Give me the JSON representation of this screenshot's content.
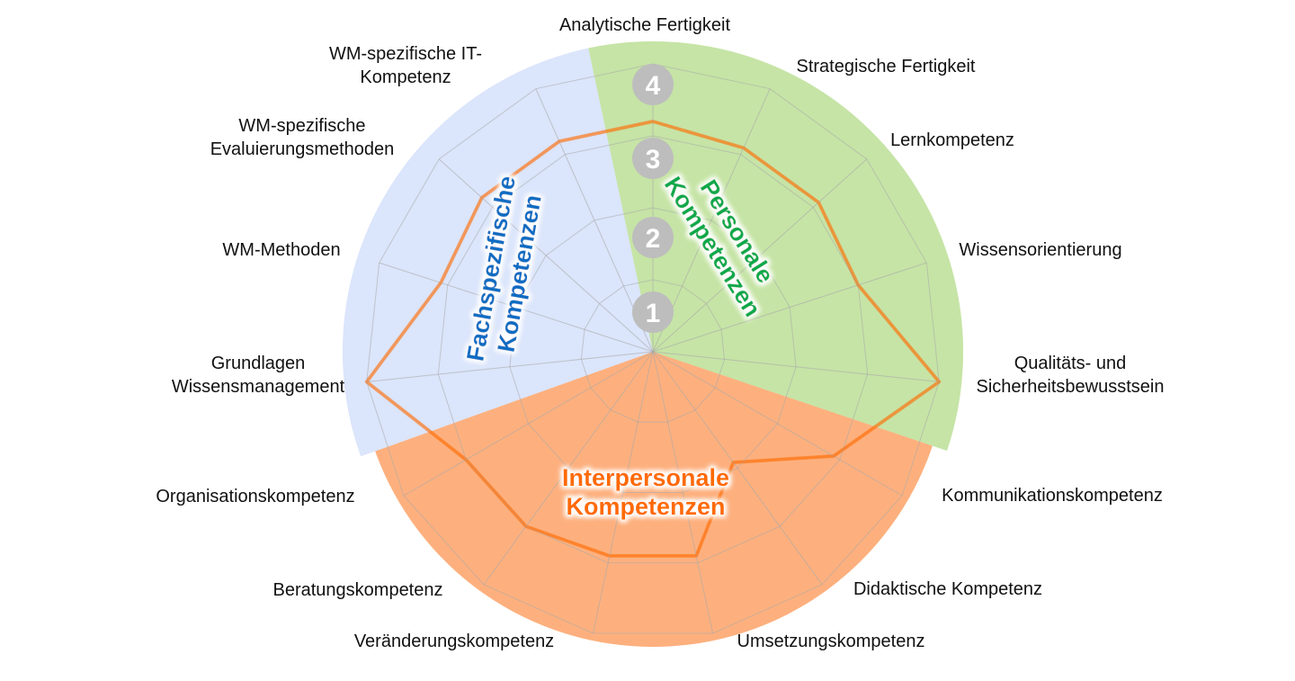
{
  "chart_data": {
    "type": "radar",
    "title": "",
    "scale": {
      "min": 0,
      "max": 4,
      "ticks": [
        1,
        2,
        3,
        4
      ]
    },
    "axes": [
      {
        "label": [
          "Analytische Fertigkeit"
        ],
        "value": 3.2,
        "group": "personal"
      },
      {
        "label": [
          "Strategische Fertigkeit"
        ],
        "value": 3.1,
        "group": "personal"
      },
      {
        "label": [
          "Lernkompetenz"
        ],
        "value": 3.1,
        "group": "personal"
      },
      {
        "label": [
          "Wissensorientierung"
        ],
        "value": 3.0,
        "group": "personal"
      },
      {
        "label": [
          "Qualitäts- und",
          "Sicherheitsbewusstsein"
        ],
        "value": 4.0,
        "group": "personal"
      },
      {
        "label": [
          "Kommunikationskompetenz"
        ],
        "value": 2.9,
        "group": "interpersonal"
      },
      {
        "label": [
          "Didaktische Kompetenz"
        ],
        "value": 1.9,
        "group": "interpersonal"
      },
      {
        "label": [
          "Umsetzungskompetenz"
        ],
        "value": 2.9,
        "group": "interpersonal"
      },
      {
        "label": [
          "Veränderungskompetenz"
        ],
        "value": 2.9,
        "group": "interpersonal"
      },
      {
        "label": [
          "Beratungskompetenz"
        ],
        "value": 3.0,
        "group": "interpersonal"
      },
      {
        "label": [
          "Organisationskompetenz"
        ],
        "value": 3.0,
        "group": "interpersonal"
      },
      {
        "label": [
          "Grundlagen",
          "Wissensmanagement"
        ],
        "value": 4.0,
        "group": "fachspezifisch"
      },
      {
        "label": [
          "WM-Methoden"
        ],
        "value": 3.1,
        "group": "fachspezifisch"
      },
      {
        "label": [
          "WM-spezifische",
          "Evaluierungsmethoden"
        ],
        "value": 3.2,
        "group": "fachspezifisch"
      },
      {
        "label": [
          "WM-spezifische IT-",
          "Kompetenz"
        ],
        "value": 3.2,
        "group": "fachspezifisch"
      }
    ],
    "groups": {
      "personal": {
        "label": [
          "Personale",
          "Kompetenzen"
        ],
        "fill": "#c6e4a6",
        "text_color": "#0fa84a"
      },
      "interpersonal": {
        "label": [
          "Interpersonale",
          "Kompetenzen"
        ],
        "fill": "#fdb07e",
        "text_color": "#ff6a00"
      },
      "fachspezifisch": {
        "label": [
          "Fachspezifische",
          "Kompetenzen"
        ],
        "fill": "#dbe5fb",
        "text_color": "#0a6cc2"
      }
    },
    "series_color": "#ff6a00",
    "grid_color": "#a8a8a8",
    "badge_color": "#bdbdbd",
    "legend": "none"
  }
}
